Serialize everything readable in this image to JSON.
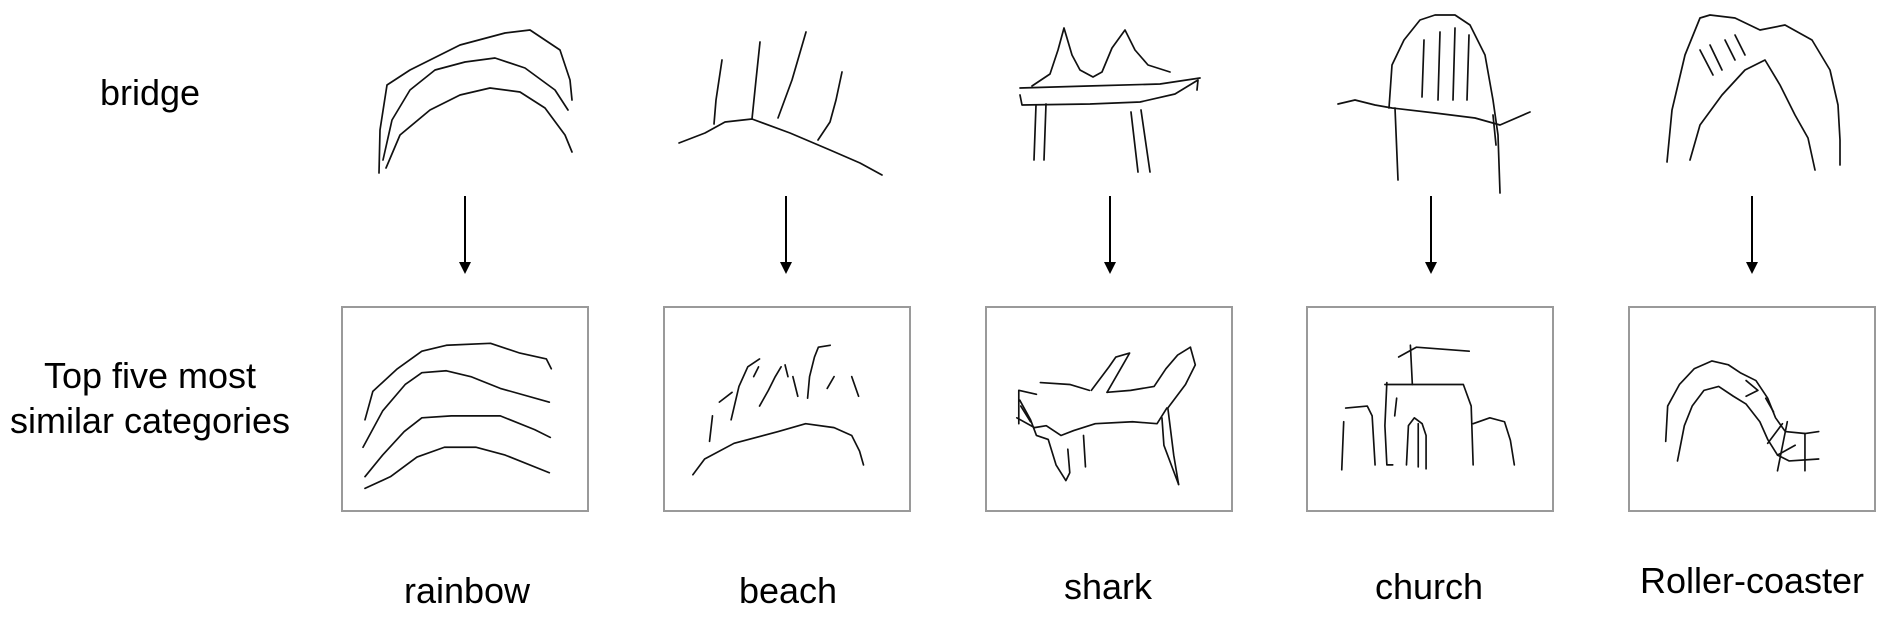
{
  "query": {
    "label": "bridge"
  },
  "row_label": {
    "line1": "Top five most",
    "line2": "similar categories"
  },
  "categories": [
    "rainbow",
    "beach",
    "shark",
    "church",
    "Roller-coaster"
  ]
}
